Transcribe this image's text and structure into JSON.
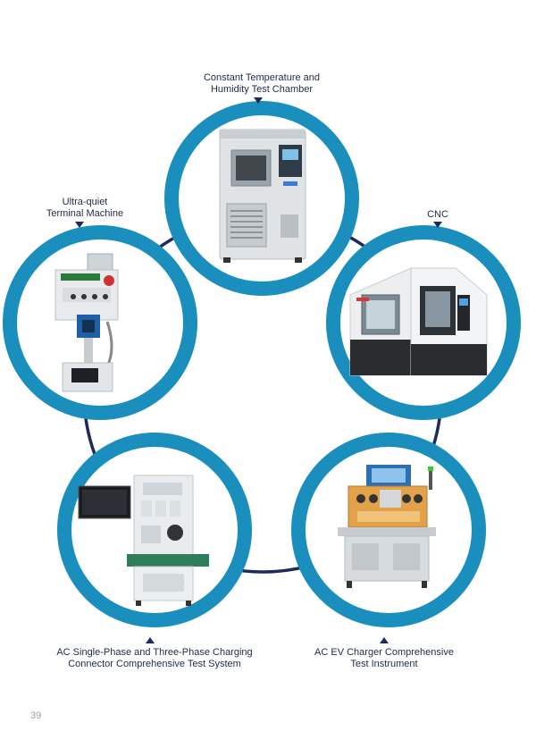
{
  "colors": {
    "ring": "#1a8fbd",
    "connector": "#1d2b5c",
    "text": "#1f2a4a"
  },
  "equipment": [
    {
      "id": "chamber",
      "name_lines": [
        "Constant Temperature and",
        "Humidity Test Chamber"
      ]
    },
    {
      "id": "cnc",
      "name_lines": [
        "CNC"
      ]
    },
    {
      "id": "ev-charger",
      "name_lines": [
        "AC EV Charger Comprehensive",
        "Test Instrument"
      ]
    },
    {
      "id": "connector",
      "name_lines": [
        "AC Single-Phase and Three-Phase Charging",
        "Connector Comprehensive Test System"
      ]
    },
    {
      "id": "terminal",
      "name_lines": [
        "Ultra-quiet",
        "Terminal Machine"
      ]
    }
  ],
  "page_number": "39"
}
